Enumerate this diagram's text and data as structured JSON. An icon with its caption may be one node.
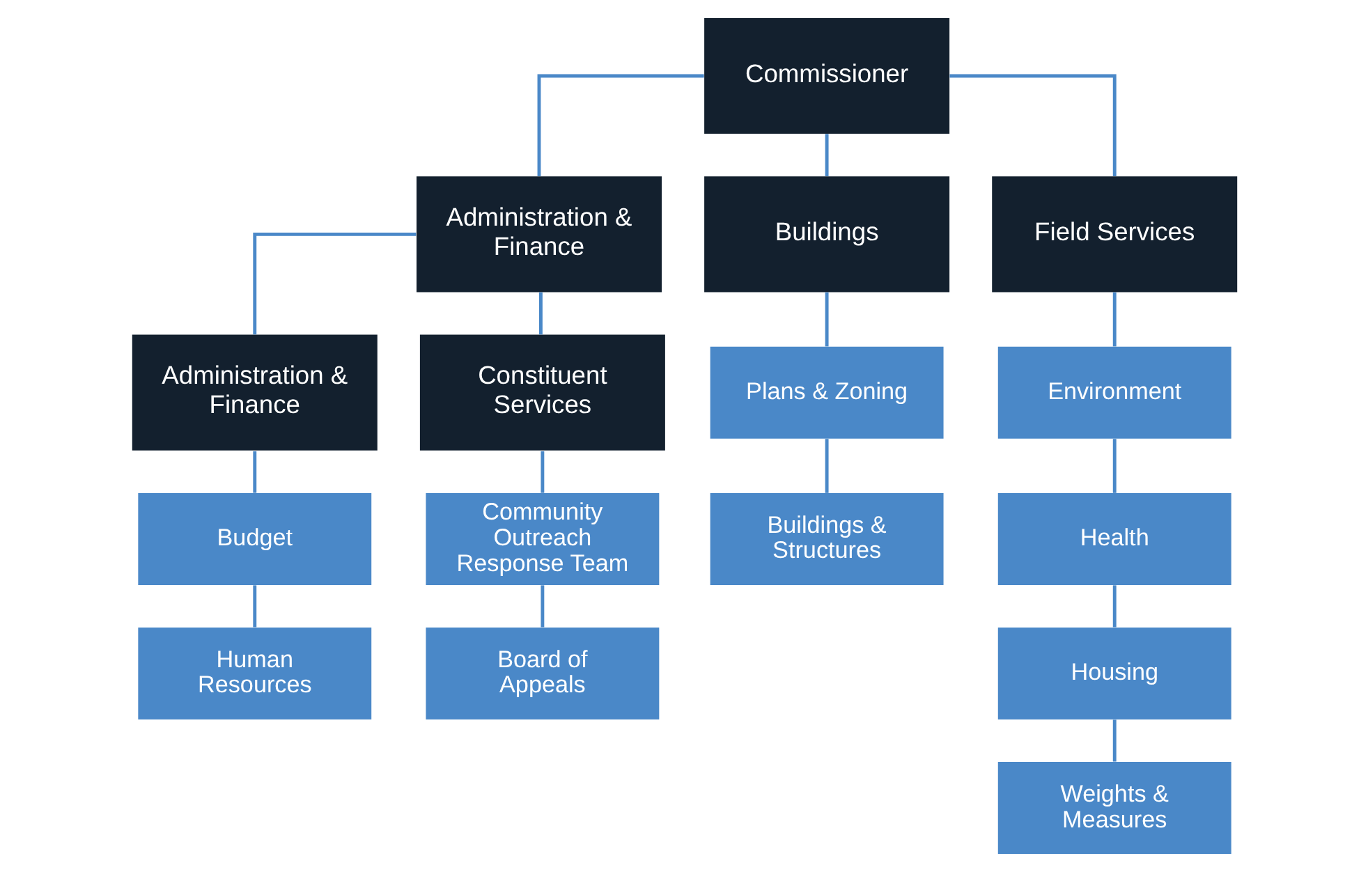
{
  "diagram": {
    "nodes": [
      {
        "text": [
          "Commissioner"
        ]
      },
      {
        "text": [
          "Administration & Finance"
        ]
      },
      {
        "text": [
          "Buildings"
        ]
      },
      {
        "text": [
          "Field Services"
        ]
      },
      {
        "text": [
          "Administration & Finance"
        ]
      },
      {
        "text": [
          "Constituent Services"
        ]
      },
      {
        "text": [
          "Budget"
        ]
      },
      {
        "text": [
          "Human Resources"
        ]
      },
      {
        "text": [
          "Community Outreach Response Team"
        ]
      },
      {
        "text": [
          "Board of Appeals"
        ]
      },
      {
        "text": [
          "Plans & Zoning"
        ]
      },
      {
        "text": [
          "Buildings & Structures"
        ]
      },
      {
        "text": [
          "Environment"
        ]
      },
      {
        "text": [
          "Health"
        ]
      },
      {
        "text": [
          "Housing"
        ]
      },
      {
        "text": [
          "Weights & Measures"
        ]
      }
    ],
    "edges": [
      {
        "from": 0,
        "to": 1,
        "arrow": "none"
      },
      {
        "from": 0,
        "to": 2,
        "arrow": "none"
      },
      {
        "from": 0,
        "to": 3,
        "arrow": "none"
      },
      {
        "from": 1,
        "to": 4,
        "arrow": "none"
      },
      {
        "from": 1,
        "to": 5,
        "arrow": "none"
      },
      {
        "from": 4,
        "to": 6,
        "arrow": "none"
      },
      {
        "from": 6,
        "to": 7,
        "arrow": "none"
      },
      {
        "from": 5,
        "to": 8,
        "arrow": "none"
      },
      {
        "from": 8,
        "to": 9,
        "arrow": "none"
      },
      {
        "from": 2,
        "to": 10,
        "arrow": "none"
      },
      {
        "from": 10,
        "to": 11,
        "arrow": "none"
      },
      {
        "from": 3,
        "to": 12,
        "arrow": "none"
      },
      {
        "from": 12,
        "to": 13,
        "arrow": "none"
      },
      {
        "from": 13,
        "to": 14,
        "arrow": "none"
      },
      {
        "from": 14,
        "to": 15,
        "arrow": "none"
      }
    ]
  }
}
